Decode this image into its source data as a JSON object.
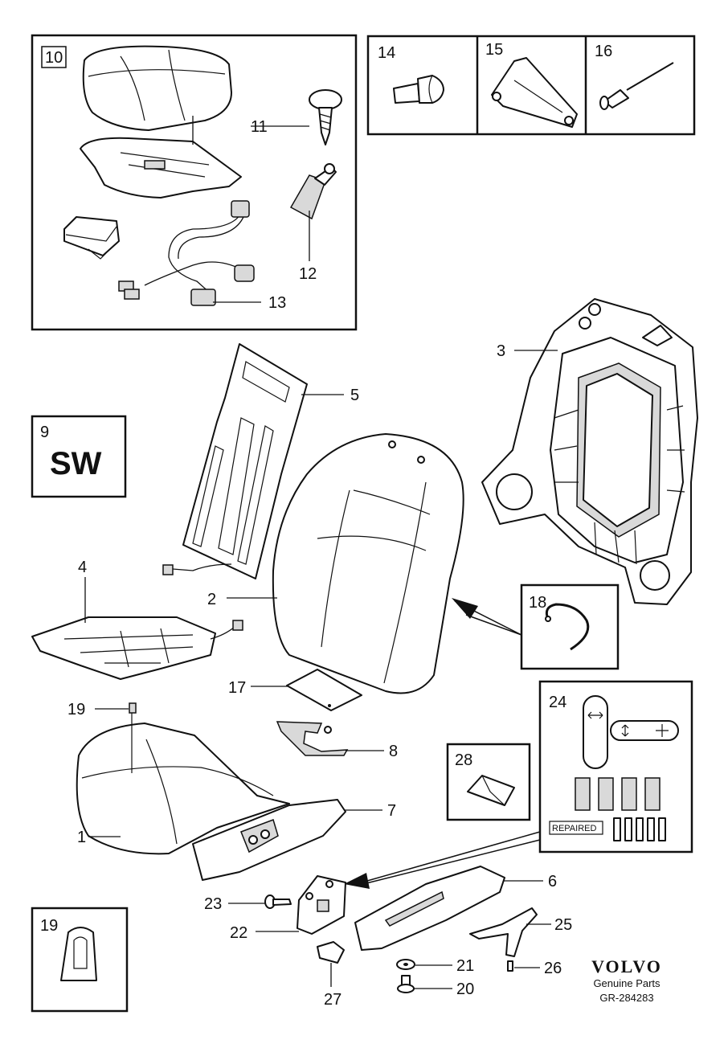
{
  "callouts": {
    "c1": "1",
    "c2": "2",
    "c3": "3",
    "c4": "4",
    "c5": "5",
    "c6": "6",
    "c7": "7",
    "c8": "8",
    "c9": "9",
    "c10": "10",
    "c11": "11",
    "c12": "12",
    "c13": "13",
    "c14": "14",
    "c15": "15",
    "c16": "16",
    "c17": "17",
    "c18": "18",
    "c19a": "19",
    "c19b": "19",
    "c20": "20",
    "c21": "21",
    "c22": "22",
    "c23": "23",
    "c24": "24",
    "c25": "25",
    "c26": "26",
    "c27": "27",
    "c28": "28"
  },
  "sw_label": "SW",
  "repaired_label": "REPAIRED",
  "brand": "VOLVO",
  "subtitle": "Genuine Parts",
  "reference": "GR-284283"
}
